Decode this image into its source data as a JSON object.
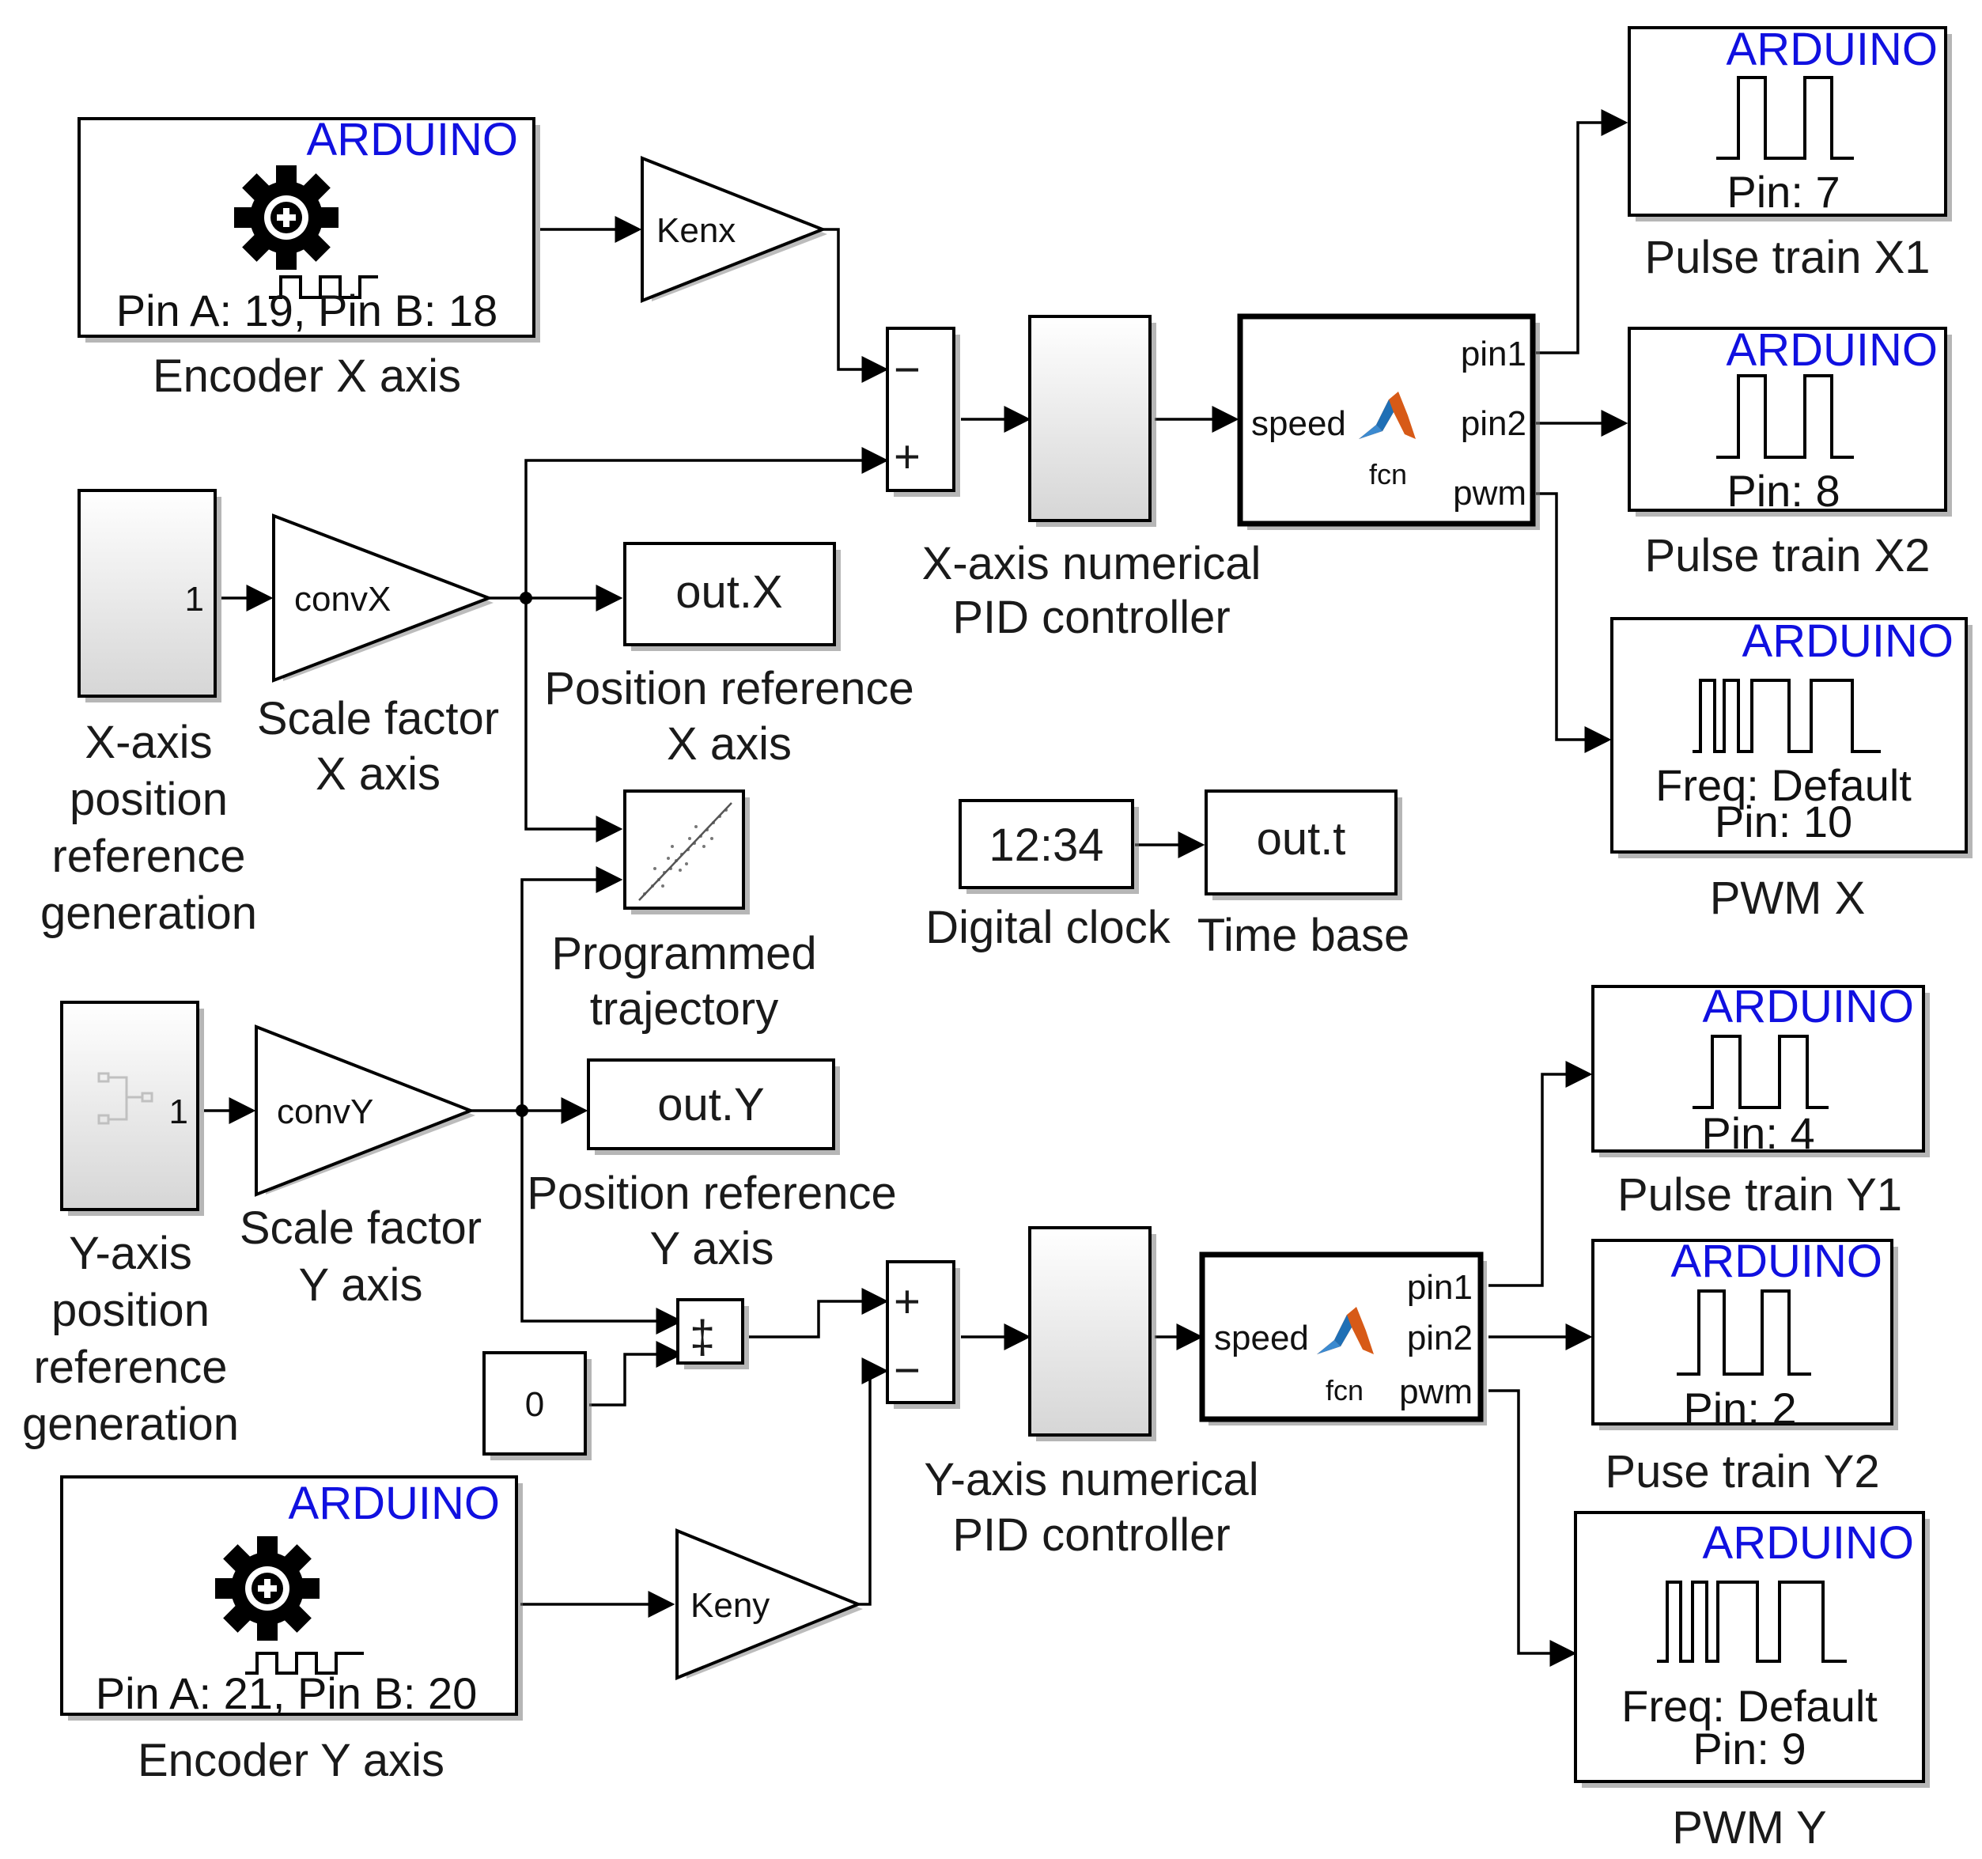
{
  "colors": {
    "arduino": "#1010e0",
    "block_fill": "#ffffff",
    "subsystem_fill": "#ececec"
  },
  "encoder_x": {
    "brand": "ARDUINO",
    "pins": "Pin A: 19, Pin B: 18",
    "caption": "Encoder X axis",
    "icon": "gear-icon"
  },
  "encoder_y": {
    "brand": "ARDUINO",
    "pins": "Pin A: 21, Pin B: 20",
    "caption": "Encoder Y axis",
    "icon": "gear-icon"
  },
  "gain_kenx": {
    "label": "Kenx"
  },
  "gain_keny": {
    "label": "Keny"
  },
  "x_ref": {
    "port": "1",
    "caption": [
      "X-axis",
      "position",
      "reference",
      "generation"
    ]
  },
  "y_ref": {
    "port": "1",
    "caption": [
      "Y-axis",
      "position",
      "reference",
      "generation"
    ]
  },
  "scale_x": {
    "label": "convX",
    "caption": [
      "Scale factor",
      "X axis"
    ]
  },
  "scale_y": {
    "label": "convY",
    "caption": [
      "Scale factor",
      "Y axis"
    ]
  },
  "out_x": {
    "label": "out.X",
    "caption": [
      "Position reference",
      "X axis"
    ]
  },
  "out_y": {
    "label": "out.Y",
    "caption": [
      "Position reference",
      "Y axis"
    ]
  },
  "xy_graph": {
    "caption": [
      "Programmed",
      "trajectory"
    ]
  },
  "clock": {
    "label": "12:34",
    "caption": "Digital clock"
  },
  "out_t": {
    "label": "out.t",
    "caption": "Time base"
  },
  "sum_x": {
    "minus": "−",
    "plus": "+"
  },
  "sum_y": {
    "plus": "+",
    "minus": "−"
  },
  "pid_x": {
    "caption": [
      "X-axis numerical",
      "PID controller"
    ]
  },
  "pid_y": {
    "caption": [
      "Y-axis numerical",
      "PID controller"
    ]
  },
  "fcn_x": {
    "input": "speed",
    "name": "fcn",
    "out1": "pin1",
    "out2": "pin2",
    "out3": "pwm"
  },
  "fcn_y": {
    "input": "speed",
    "name": "fcn",
    "out1": "pin1",
    "out2": "pin2",
    "out3": "pwm"
  },
  "constant": {
    "label": "0"
  },
  "pulse_x1": {
    "brand": "ARDUINO",
    "pin": "Pin: 7",
    "caption": "Pulse train X1"
  },
  "pulse_x2": {
    "brand": "ARDUINO",
    "pin": "Pin: 8",
    "caption": "Pulse train X2"
  },
  "pwm_x": {
    "brand": "ARDUINO",
    "freq": "Freq: Default",
    "pin": "Pin: 10",
    "caption": "PWM X"
  },
  "pulse_y1": {
    "brand": "ARDUINO",
    "pin": "Pin: 4",
    "caption": "Pulse train Y1"
  },
  "pulse_y2": {
    "brand": "ARDUINO",
    "pin": "Pin: 2",
    "caption": "Puse train Y2"
  },
  "pwm_y": {
    "brand": "ARDUINO",
    "freq": "Freq: Default",
    "pin": "Pin: 9",
    "caption": "PWM Y"
  }
}
